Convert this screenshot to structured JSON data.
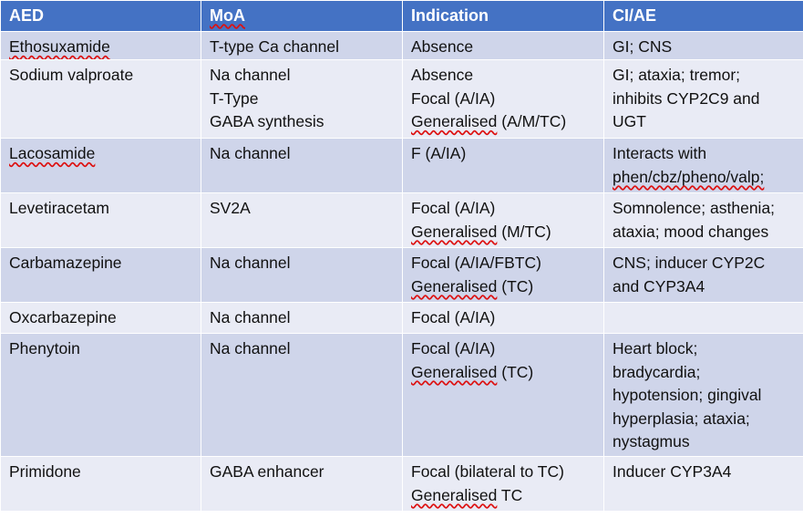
{
  "headers": [
    "AED",
    "MoA",
    "Indication",
    "CI/AE"
  ],
  "rows": [
    {
      "aed": "Ethosuxamide",
      "moa": [
        "T-type Ca channel"
      ],
      "indication": [
        "Absence"
      ],
      "ciae": [
        "GI; CNS"
      ]
    },
    {
      "aed": "Sodium valproate",
      "moa": [
        "Na channel",
        "T-Type",
        "GABA synthesis"
      ],
      "indication": [
        "Absence",
        "Focal (A/IA)",
        "Generalised (A/M/TC)"
      ],
      "ciae": [
        "GI; ataxia; tremor;",
        "inhibits CYP2C9 and",
        "UGT"
      ]
    },
    {
      "aed": "Lacosamide",
      "moa": [
        "Na channel"
      ],
      "indication": [
        "F (A/IA)"
      ],
      "ciae": [
        "Interacts with",
        "phen/cbz/pheno/valp;"
      ]
    },
    {
      "aed": "Levetiracetam",
      "moa": [
        "SV2A"
      ],
      "indication": [
        "Focal (A/IA)",
        "Generalised (M/TC)"
      ],
      "ciae": [
        "Somnolence; asthenia;",
        "ataxia; mood changes"
      ]
    },
    {
      "aed": "Carbamazepine",
      "moa": [
        "Na channel"
      ],
      "indication": [
        "Focal (A/IA/FBTC)",
        "Generalised (TC)"
      ],
      "ciae": [
        "CNS; inducer CYP2C",
        "and CYP3A4"
      ]
    },
    {
      "aed": "Oxcarbazepine",
      "moa": [
        "Na channel"
      ],
      "indication": [
        "Focal (A/IA)"
      ],
      "ciae": []
    },
    {
      "aed": "Phenytoin",
      "moa": [
        "Na channel"
      ],
      "indication": [
        "Focal (A/IA)",
        "Generalised (TC)"
      ],
      "ciae": [
        "Heart block;",
        "bradycardia;",
        "hypotension; gingival",
        "hyperplasia; ataxia;",
        "nystagmus"
      ]
    },
    {
      "aed": "Primidone",
      "moa": [
        "GABA enhancer"
      ],
      "indication": [
        "Focal (bilateral to TC)",
        "Generalised TC"
      ],
      "ciae": [
        "Inducer CYP3A4"
      ]
    }
  ],
  "colors": {
    "header": "#4472C4",
    "row_dark": "#CFD5EA",
    "row_light": "#E9EBF5",
    "spellcheck": "#DD1111"
  }
}
